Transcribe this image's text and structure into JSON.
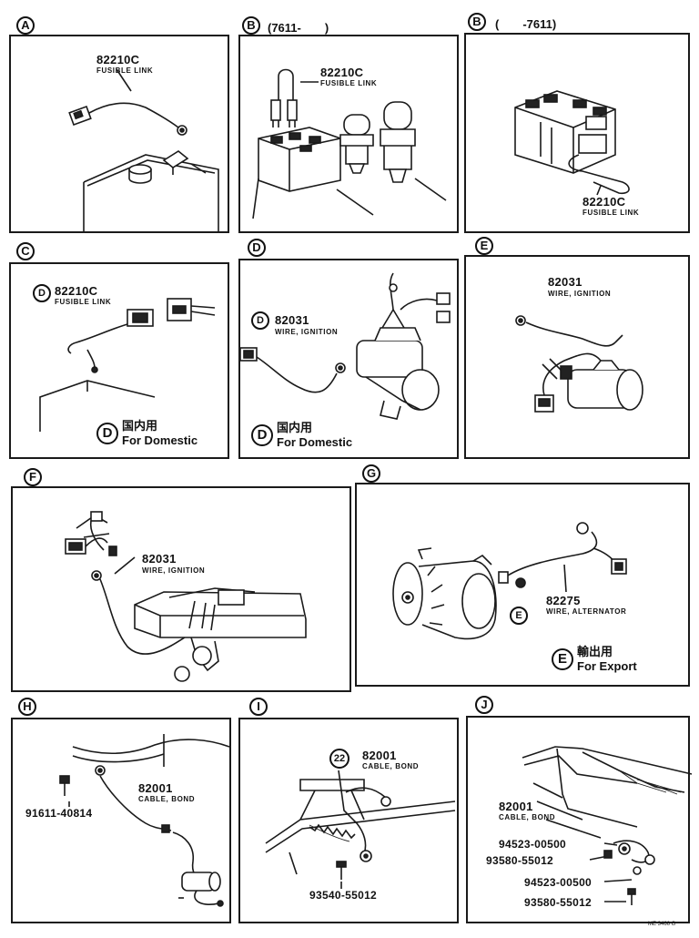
{
  "panels": {
    "a1": {
      "tag": "A",
      "part_number": "82210C",
      "part_name": "FUSIBLE LINK"
    },
    "b1": {
      "tag": "B",
      "range": "(7611-　　)",
      "part_number": "82210C",
      "part_name": "FUSIBLE LINK"
    },
    "b2": {
      "tag": "B",
      "range": "(　　-7611)",
      "part_number": "82210C",
      "part_name": "FUSIBLE LINK"
    },
    "c": {
      "tag": "C",
      "note_tag": "D",
      "part_number": "82210C",
      "part_name": "FUSIBLE LINK",
      "note_jp": "国内用",
      "note_en": "For Domestic"
    },
    "d": {
      "tag": "D",
      "note_tag": "D",
      "part_number": "82031",
      "part_name": "WIRE, IGNITION",
      "note_jp": "国内用",
      "note_en": "For Domestic"
    },
    "e": {
      "tag": "E",
      "part_number": "82031",
      "part_name": "WIRE, IGNITION"
    },
    "f": {
      "tag": "F",
      "part_number": "82031",
      "part_name": "WIRE, IGNITION"
    },
    "g": {
      "tag": "G",
      "note_tag": "E",
      "part_number": "82275",
      "part_name": "WIRE, ALTERNATOR",
      "note_jp": "輸出用",
      "note_en": "For Export"
    },
    "h": {
      "tag": "H",
      "part_number": "82001",
      "part_name": "CABLE, BOND",
      "bolt": "91611-40814"
    },
    "i": {
      "tag": "I",
      "callout": "22",
      "part_number": "82001",
      "part_name": "CABLE, BOND",
      "bolt": "93540-55012"
    },
    "j": {
      "tag": "J",
      "part_number": "82001",
      "part_name": "CABLE, BOND",
      "washer_1": "94523-00500",
      "screw_1": "93580-55012",
      "washer_2": "94523-00500",
      "screw_2": "93580-55012"
    }
  },
  "drawing_ref": "ME 3466 G"
}
